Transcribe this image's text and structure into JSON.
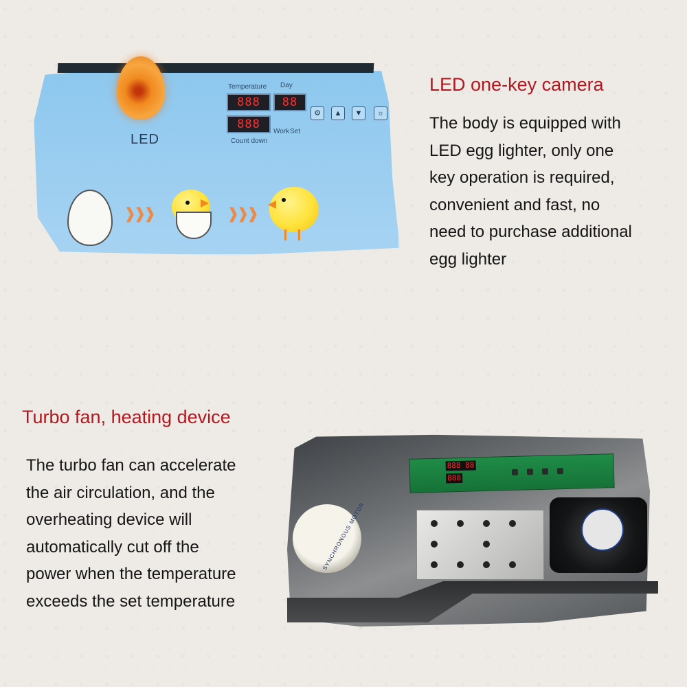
{
  "section_top": {
    "heading": "LED one-key camera",
    "body_lines": [
      "The body is equipped with",
      "LED egg lighter, only one",
      "key operation is required,",
      "convenient and fast, no",
      "need to purchase additional",
      "egg lighter"
    ],
    "panel": {
      "led_label": "LED",
      "temperature_label": "Temperature",
      "day_label": "Day",
      "count_down_label": "Count down",
      "work_label": "Work",
      "set_label": "Set",
      "temperature_display": "888",
      "day_display": "88",
      "count_down_display": "888",
      "button_icons": [
        "gear-icon",
        "up-arrow-icon",
        "down-arrow-icon",
        "lamp-icon"
      ]
    }
  },
  "section_bottom": {
    "heading": "Turbo fan, heating device",
    "body_lines": [
      "The turbo fan can accelerate",
      "the air circulation, and the",
      "overheating device will",
      "automatically cut off the",
      "power when the temperature",
      "exceeds the set temperature"
    ],
    "photo": {
      "motor_text": "SYNCHRONOUS MOTOR",
      "pcb_display_top": "888 88",
      "pcb_display_bottom": "888"
    }
  },
  "colors": {
    "heading_red": "#b21820",
    "body_text": "#151515",
    "panel_blue": "#8cc7ee",
    "led_red": "#ff3030"
  }
}
